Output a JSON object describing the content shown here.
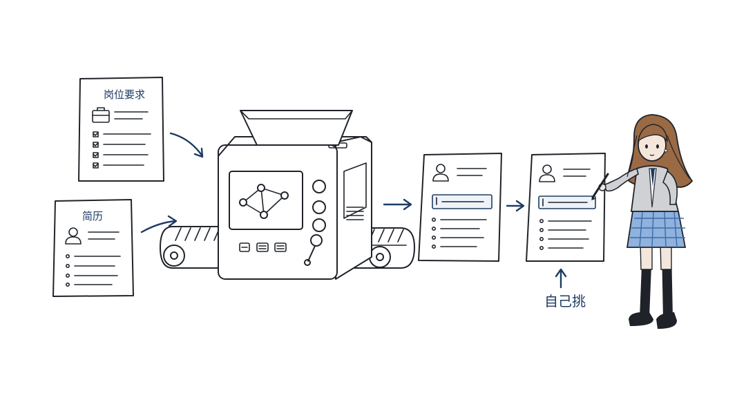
{
  "labels": {
    "job_requirements": "岗位要求",
    "resume": "简历",
    "self_pick": "自己挑"
  },
  "colors": {
    "ink": "#1f2329",
    "label_blue": "#1d3b63",
    "skirt_blue": "#8fb2de",
    "cardigan_gray": "#cfd1d4",
    "hair_brown": "#9a6a45"
  },
  "icons": [
    "briefcase-icon",
    "checkbox-icon",
    "person-icon",
    "network-graph-icon",
    "arrow-icon",
    "pen-icon"
  ]
}
